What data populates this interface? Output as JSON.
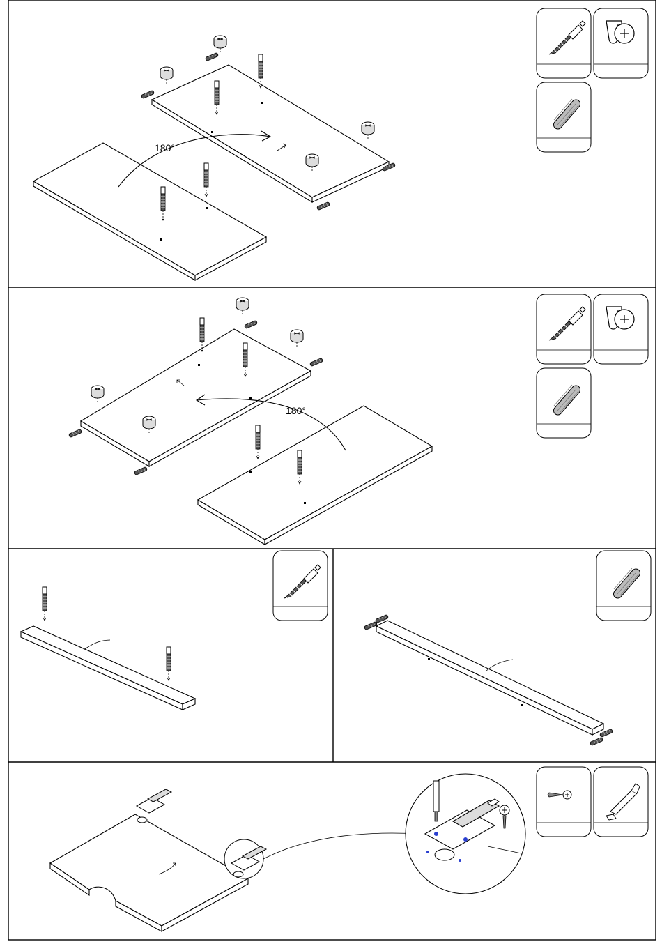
{
  "steps": [
    {
      "id": "step-1",
      "rotation_label": "180°",
      "parts": [
        "dowel-screw-icon",
        "cam-lock-icon",
        "wooden-dowel-icon"
      ]
    },
    {
      "id": "step-2",
      "rotation_label": "180°",
      "parts": [
        "dowel-screw-icon",
        "cam-lock-icon",
        "wooden-dowel-icon"
      ]
    },
    {
      "id": "step-3",
      "parts": [
        "dowel-screw-icon"
      ]
    },
    {
      "id": "step-4",
      "parts": [
        "wooden-dowel-icon"
      ]
    },
    {
      "id": "step-5",
      "parts": [
        "wood-screw-icon",
        "hinge-icon"
      ]
    }
  ]
}
